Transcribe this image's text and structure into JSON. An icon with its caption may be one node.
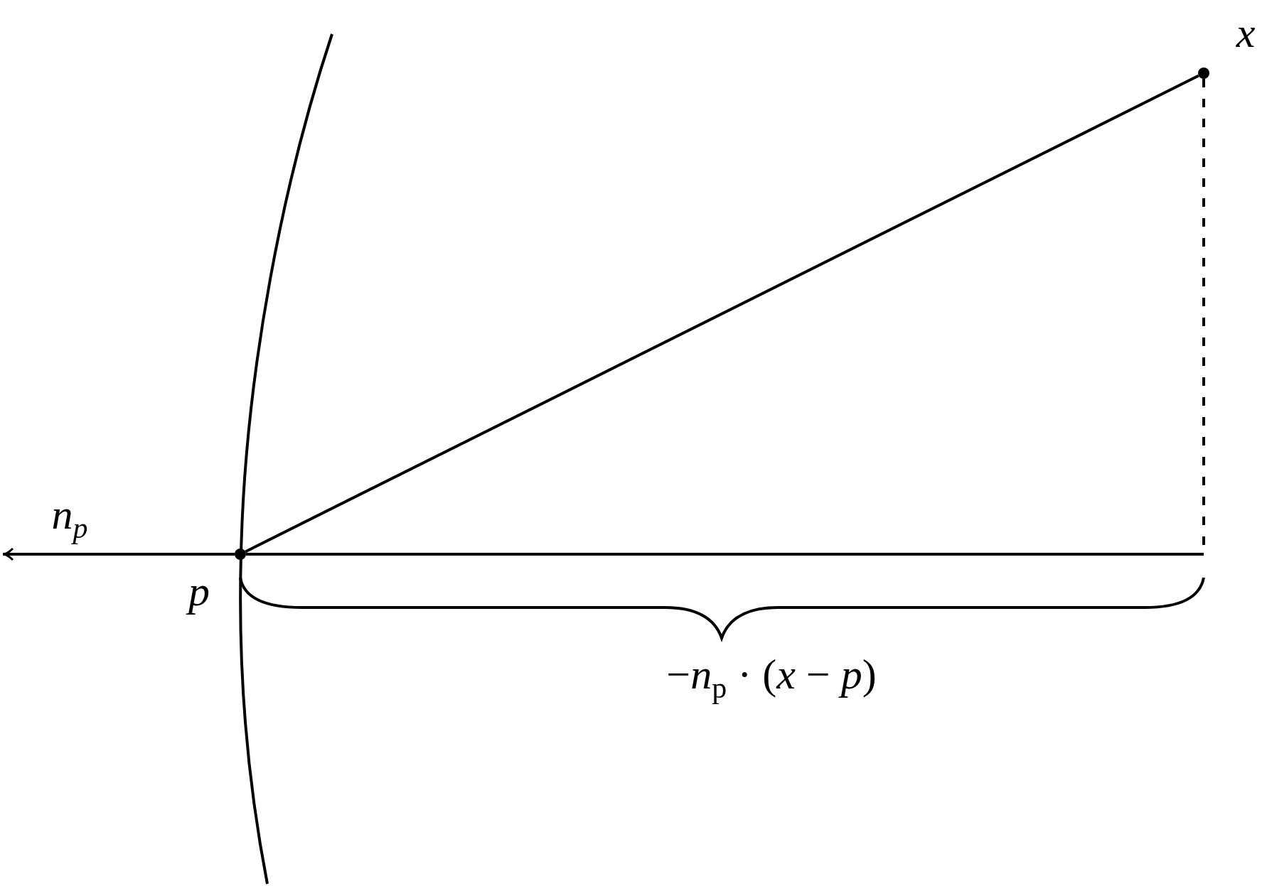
{
  "diagram": {
    "nodes": [
      {
        "text": [],
        "shape": "circle",
        "beside": [
          "p"
        ]
      },
      {
        "text": [],
        "shape": "circle",
        "beside": [
          "x"
        ]
      }
    ],
    "edges": [
      {
        "from": 0,
        "to": 1,
        "arrow": "none"
      },
      {
        "from": 0,
        "to": null,
        "arrow": "to",
        "label": "n$_{p}$"
      },
      {
        "from": 0,
        "to": null,
        "arrow": "none"
      },
      {
        "from": 1,
        "to": null,
        "arrow": "none",
        "style": "dashed"
      }
    ],
    "labels": [
      "−*n*$_{p}$ · (*x* − *p*)"
    ]
  }
}
